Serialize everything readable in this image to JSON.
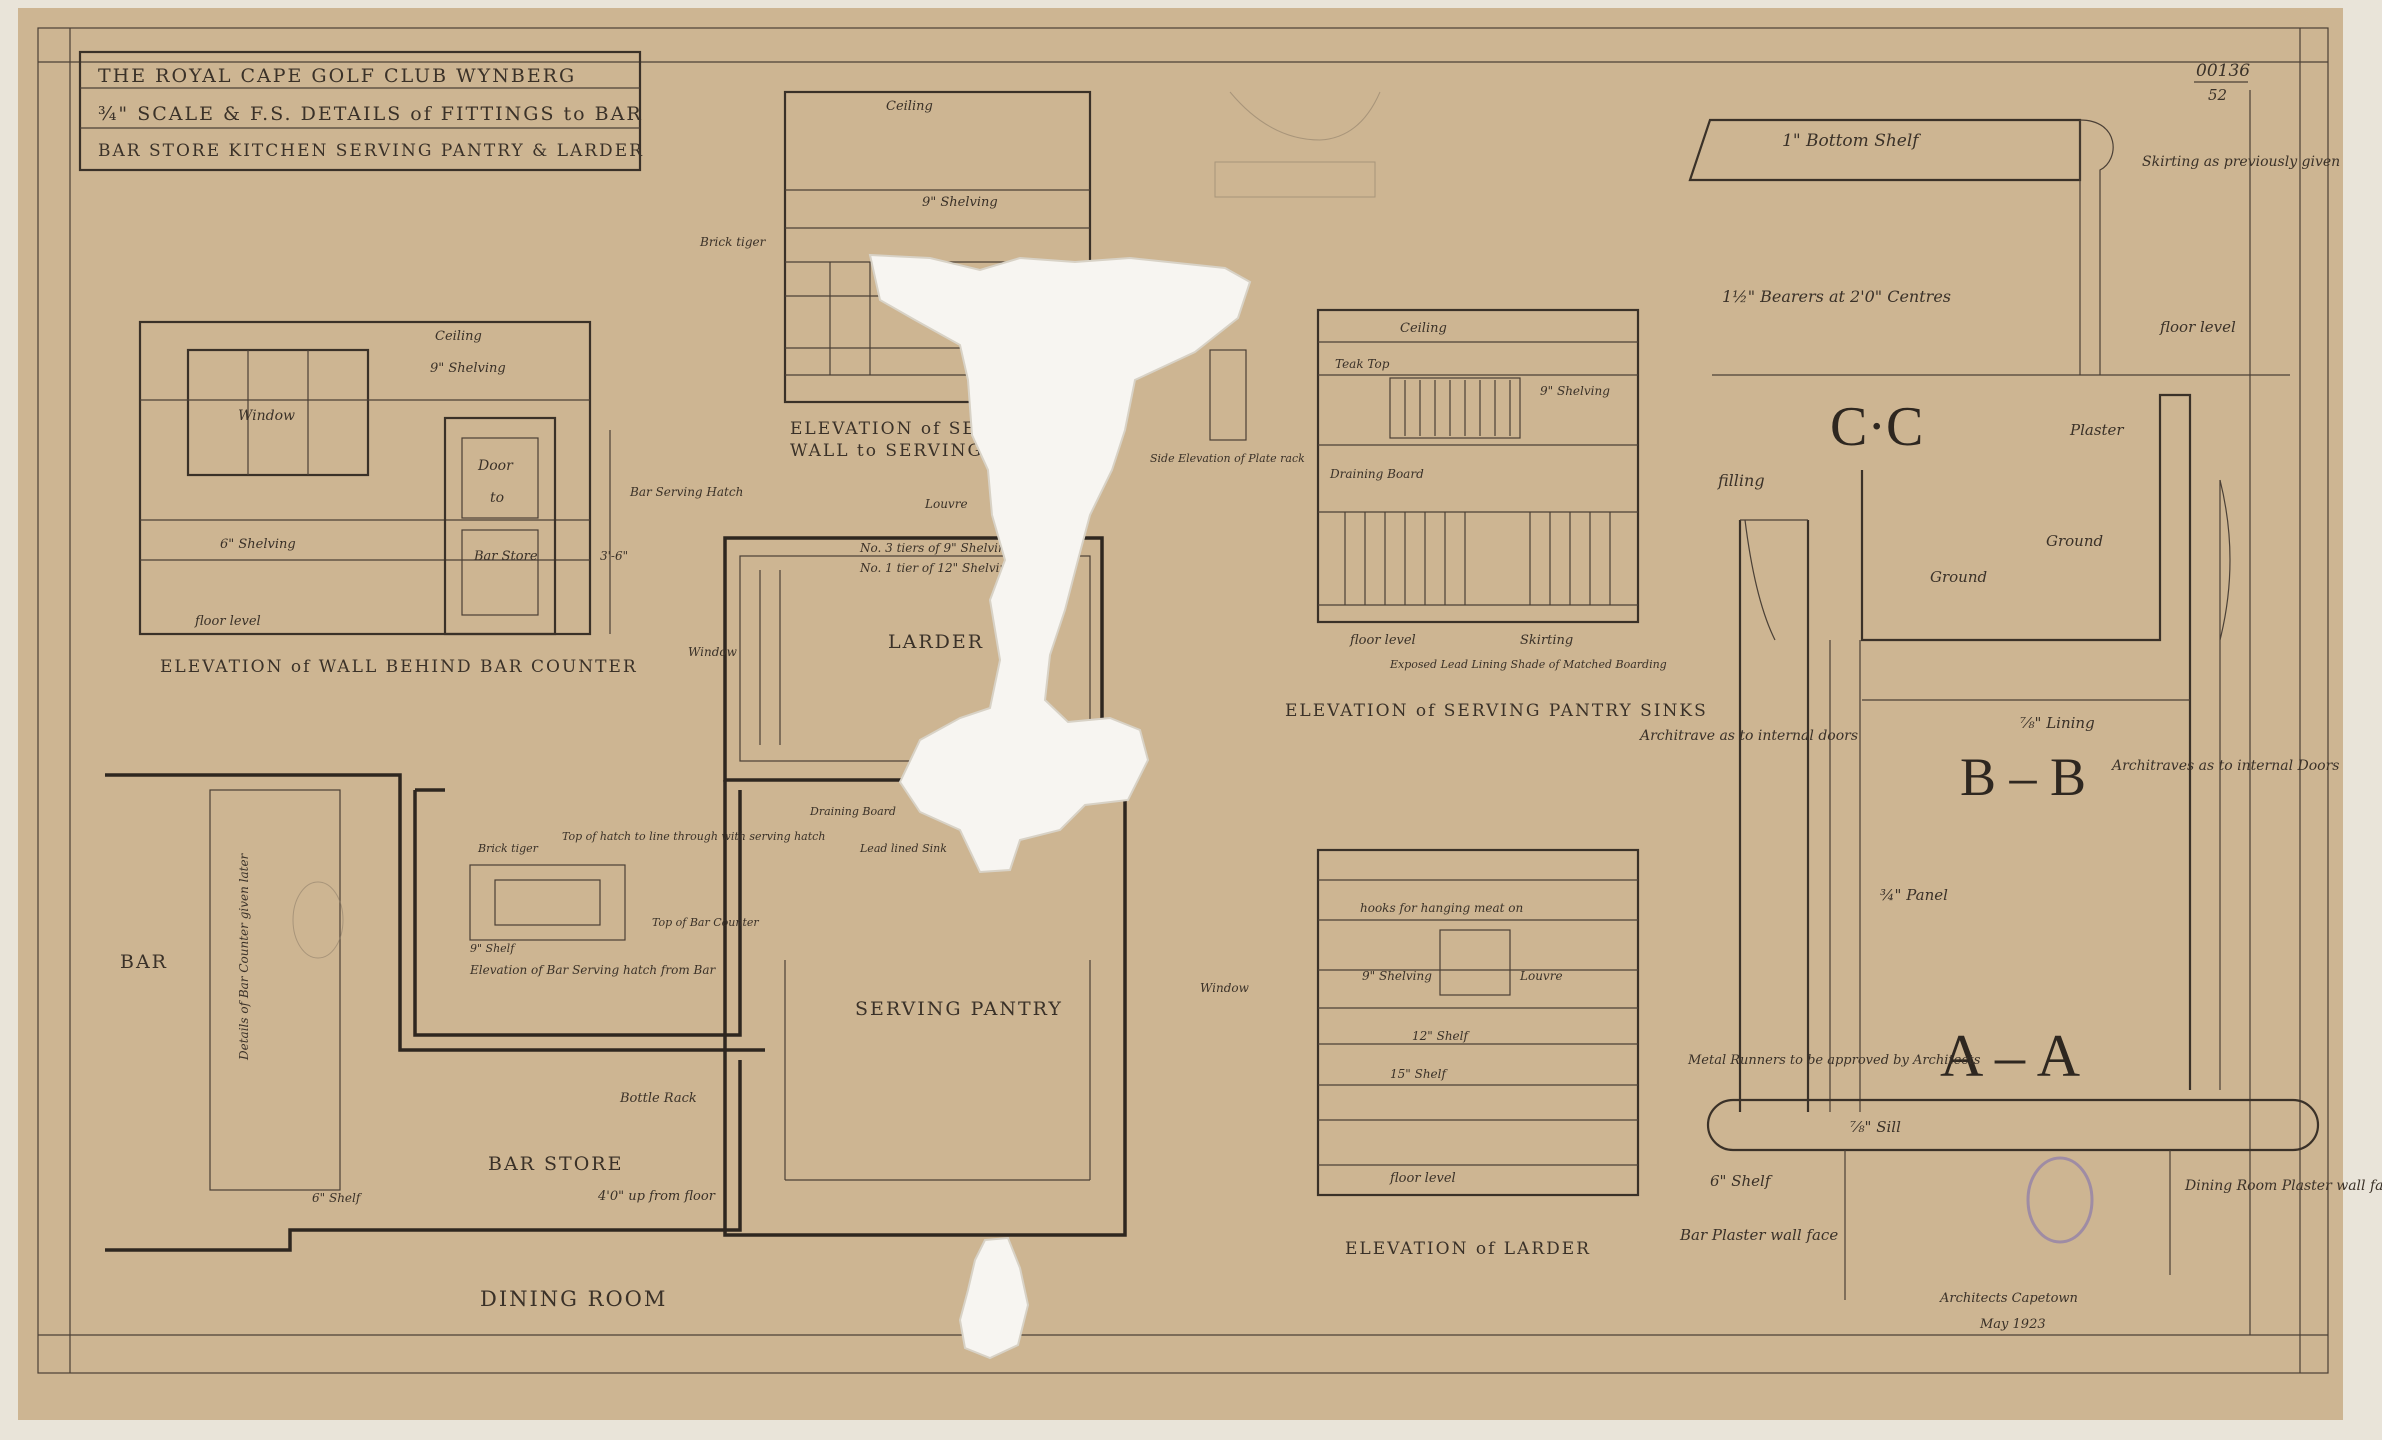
{
  "title_block": {
    "line1": "THE ROYAL CAPE GOLF CLUB WYNBERG",
    "line2": "¾\" SCALE & F.S. DETAILS of FITTINGS to BAR",
    "line3": "BAR STORE KITCHEN SERVING PANTRY & LARDER"
  },
  "reference": {
    "top": "00136",
    "bottom": "52"
  },
  "elevation_wall_behind_bar": {
    "caption": "ELEVATION of WALL BEHIND BAR COUNTER",
    "ceiling": "Ceiling",
    "shelving_top": "9\" Shelving",
    "window": "Window",
    "door": "Door",
    "to": "to",
    "bar_store": "Bar Store",
    "bar_serving_hatch": "Bar Serving Hatch",
    "shelving_low": "6\" Shelving",
    "floor_level": "floor level",
    "height": "3'-6\""
  },
  "elevation_serving_wall": {
    "caption_line1": "ELEVATION of SERVING",
    "caption_line2": "WALL to SERVING",
    "ceiling": "Ceiling",
    "shelving": "9\" Shelving",
    "brick_tiger": "Brick tiger",
    "side_elevation": "Side Elevation of Plate rack"
  },
  "elevation_pantry_sinks": {
    "caption": "ELEVATION of SERVING PANTRY SINKS",
    "ceiling": "Ceiling",
    "shelving": "9\" Shelving",
    "teak_top": "Teak Top",
    "dish_rack": "Draining Board",
    "floor_level": "floor level",
    "skirting": "Skirting",
    "boarding_note": "Exposed Lead Lining Shade of Matched Boarding"
  },
  "larder_plan": {
    "label": "LARDER",
    "louvre": "Louvre",
    "shelving_9": "No. 3 tiers of 9\" Shelving",
    "shelving_12": "No. 1 tier of 12\" Shelving",
    "window": "Window",
    "draining_board": "Draining Board",
    "lead_lined_sink": "Lead lined Sink"
  },
  "serving_pantry": {
    "label": "SERVING PANTRY"
  },
  "bar_plan": {
    "bar": "BAR",
    "counter_note": "Details of Bar Counter given later",
    "bar_store": "BAR STORE",
    "bottle_rack": "Bottle Rack",
    "shelf": "6\" Shelf",
    "above_floor": "4'0\" up from floor",
    "hatch_note": "Top of hatch to line through with serving hatch",
    "hatch_elevation": "Elevation of Bar Serving hatch from Bar",
    "brick_tiger": "Brick tiger",
    "shelf_9": "9\" Shelf",
    "bar_counter": "Top of Bar Counter"
  },
  "dining_room": "DINING ROOM",
  "elevation_larder": {
    "caption": "ELEVATION of LARDER",
    "hooks": "hooks for hanging meat on",
    "window": "Window",
    "shelving": "9\" Shelving",
    "louvre": "Louvre",
    "shelf_12": "12\" Shelf",
    "shelf_15": "15\" Shelf",
    "floor_level": "floor level"
  },
  "details": {
    "bottom_shelf": "1\" Bottom Shelf",
    "skirting": "Skirting as previously given",
    "bearers": "1½\" Bearers at 2'0\" Centres",
    "floor_level": "floor level",
    "cc": "C·C",
    "plaster": "Plaster",
    "filling": "filling",
    "ground": "Ground",
    "ground2": "Ground",
    "lining": "⅞\" Lining",
    "bb": "B – B",
    "architraves": "Architraves as to internal Doors",
    "architrave2": "Architrave as to internal doors",
    "panel": "¾\" Panel",
    "aa": "A – A",
    "metal_runners": "Metal Runners to be approved by Architects",
    "sill": "⅞\" Sill",
    "shelf6": "6\" Shelf",
    "bar_plaster": "Bar Plaster wall face",
    "dining_plaster": "Dining Room Plaster wall face",
    "signature": "Architects Capetown",
    "date": "May 1923"
  },
  "colors": {
    "paper": "#cdb592",
    "ink": "#3a3128",
    "tear": "#f7f5f1",
    "stamp": "#8f7fa9"
  }
}
